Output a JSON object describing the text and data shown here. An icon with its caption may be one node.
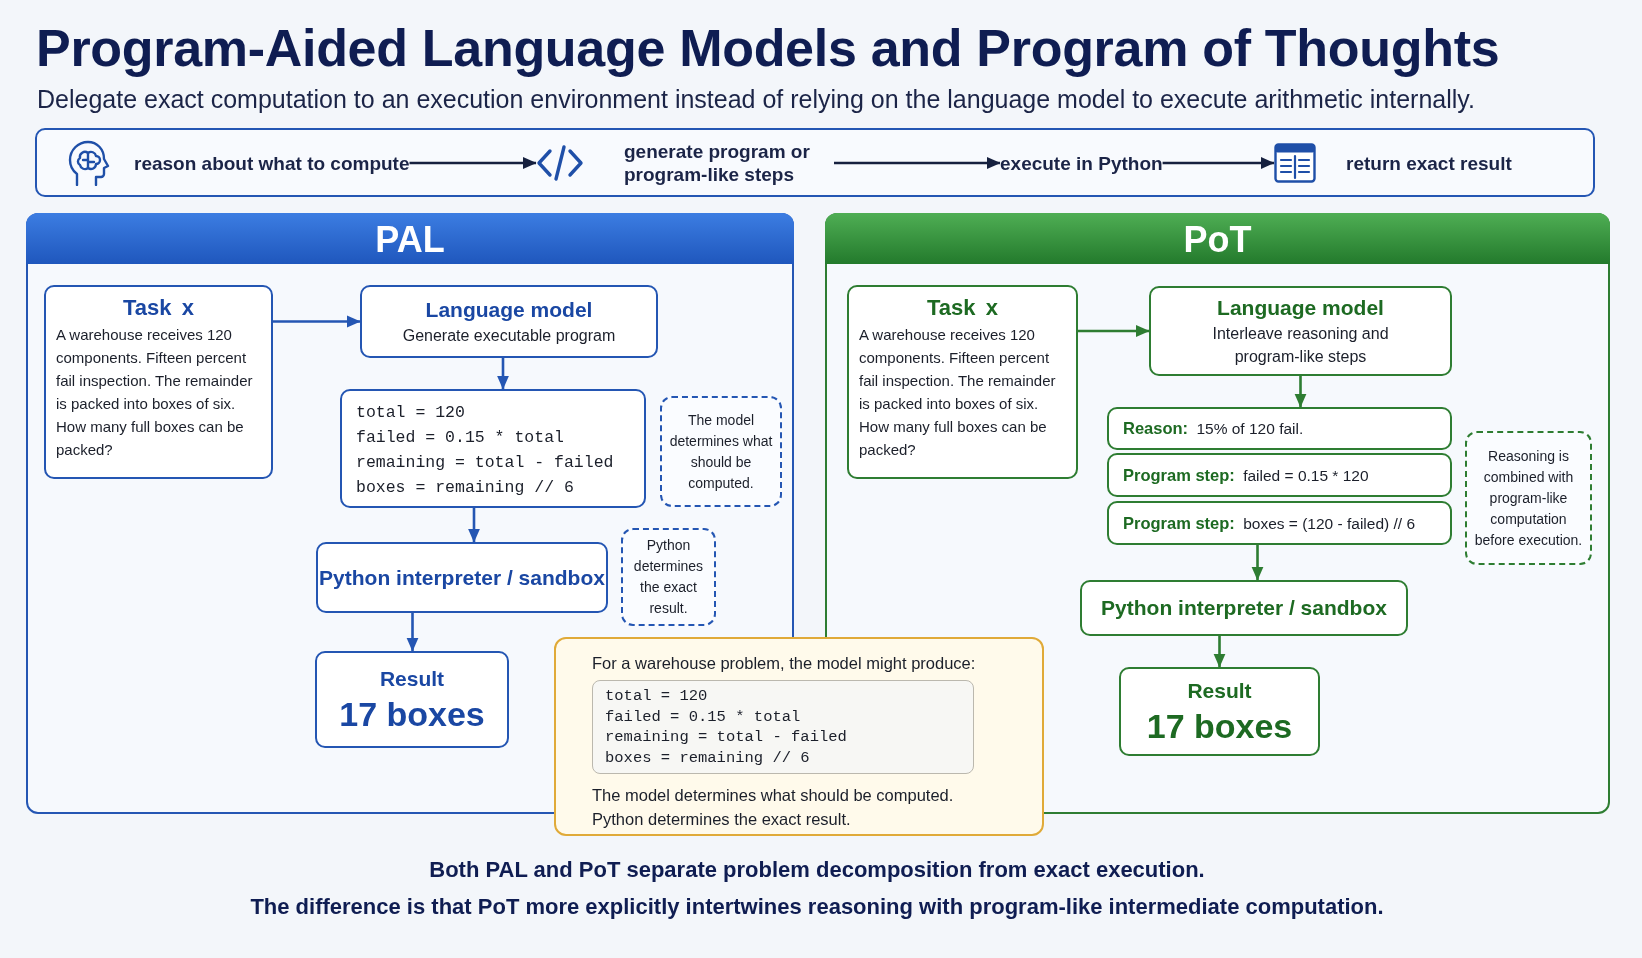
{
  "diagram": {
    "title": "Program-Aided Language Models and Program of Thoughts",
    "nodes": [
      {
        "text": [],
        "shape": "box"
      },
      {
        "text": [
          "reason about what to compute"
        ],
        "in": 0
      },
      {
        "text": [
          "generate program or program-like steps"
        ],
        "in": 0
      },
      {
        "text": [
          "execute in Python"
        ],
        "in": 0
      },
      {
        "text": [
          "return exact result"
        ],
        "in": 0
      },
      {
        "text": [
          "PAL"
        ]
      },
      {
        "text": [
          "Task x",
          "A warehouse receives 120 components. Fifteen percent fail inspection. The remainder is packed into boxes of six. How many full boxes can be packed?"
        ],
        "in": 5
      },
      {
        "text": [
          "Language model",
          "Generate executable program"
        ],
        "in": 5
      },
      {
        "text": [
          "total = 120",
          "failed = 0.15 * total",
          "remaining = total - failed",
          "boxes = remaining // 6"
        ],
        "in": 5
      },
      {
        "text": [
          "The model determines what should be computed."
        ],
        "in": 5
      },
      {
        "text": [
          "Python interpreter / sandbox"
        ],
        "in": 5
      },
      {
        "text": [
          "Python determines the exact result."
        ],
        "in": 5
      },
      {
        "text": [
          "Result",
          "17 boxes"
        ],
        "in": 5
      },
      {
        "text": [
          "PoT"
        ]
      },
      {
        "text": [
          "Task x",
          "A warehouse receives 120 components. Fifteen percent fail inspection. The remainder is packed into boxes of six. How many full boxes can be packed?"
        ],
        "in": 13
      },
      {
        "text": [
          "Language model",
          "Interleave reasoning and program-like steps"
        ],
        "in": 13
      },
      {
        "text": [
          "**Reason:** 15% of 120 fail."
        ],
        "in": 13
      },
      {
        "text": [
          "**Program step:** failed = 0.15 * 120"
        ],
        "in": 13
      },
      {
        "text": [
          "**Program step:** boxes = (120 - failed) // 6"
        ],
        "in": 13
      },
      {
        "text": [
          "Reasoning is combined with program-like computation before execution."
        ],
        "in": 13
      },
      {
        "text": [
          "Python interpreter / sandbox"
        ],
        "in": 13
      },
      {
        "text": [
          "Result",
          "17 boxes"
        ],
        "in": 13
      },
      {
        "text": [
          "For a warehouse problem, the model might produce:",
          "The model determines what should be computed.",
          "Python determines the exact result."
        ]
      },
      {
        "text": [
          "total = 120",
          "failed = 0.15 * total",
          "remaining = total - failed",
          "boxes = remaining // 6"
        ],
        "in": 22
      }
    ],
    "edges": [
      {
        "from": 1,
        "to": 2,
        "arrow": "to",
        "color": "#16203f"
      },
      {
        "from": 2,
        "to": 3,
        "arrow": "to",
        "color": "#16203f"
      },
      {
        "from": 3,
        "to": 4,
        "arrow": "to",
        "color": "#16203f"
      },
      {
        "from": 6,
        "to": 7,
        "arrow": "to"
      },
      {
        "from": 7,
        "to": 8,
        "arrow": "to"
      },
      {
        "from": 8,
        "to": 10,
        "arrow": "to"
      },
      {
        "from": 10,
        "to": 12,
        "arrow": "to"
      },
      {
        "from": 14,
        "to": 15,
        "arrow": "to",
        "color": "#2e7d32"
      },
      {
        "from": 15,
        "to": 16,
        "arrow": "to",
        "color": "#2e7d32"
      },
      {
        "from": 18,
        "to": 20,
        "arrow": "to",
        "color": "#2e7d32"
      },
      {
        "from": 20,
        "to": 21,
        "arrow": "to",
        "color": "#2e7d32"
      }
    ],
    "labels": [
      "Delegate exact computation to an execution environment instead of relying on the language model to execute arithmetic internally.",
      "Both PAL and PoT separate problem decomposition from exact execution.",
      "The difference is that PoT more explicitly intertwines reasoning with program-like intermediate computation."
    ]
  }
}
